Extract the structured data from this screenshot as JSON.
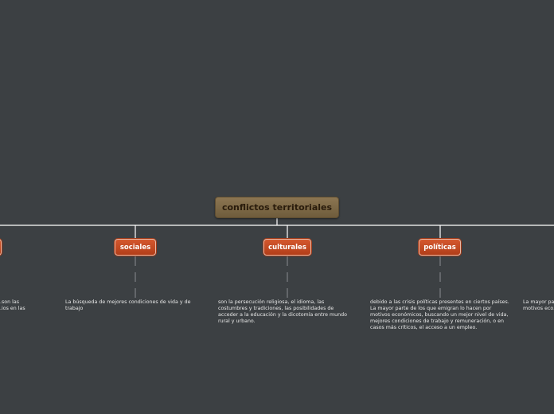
{
  "root": {
    "label": "conflictos territoriales"
  },
  "branches": [
    {
      "label": "",
      "description": "...son las\n...ios en las"
    },
    {
      "label": "sociales",
      "description": "La búsqueda de mejores condiciones de vida y de trabajo"
    },
    {
      "label": "culturales",
      "description": "son la persecución religiosa, el idioma, las costumbres y tradiciones, las posibilidades de acceder a la educación y la dicotomía entre mundo rural y urbano."
    },
    {
      "label": "políticas",
      "description": "debido a las crisis políticas presentes en ciertos países. La mayor parte de los que emigran lo hacen por motivos económicos, buscando un mejor nivel de vida, mejores condiciones de trabajo y remuneración, o en casos más críticos, el acceso a un empleo."
    },
    {
      "label": "",
      "description": "La mayor pa...\nmotivos eco..."
    }
  ],
  "colors": {
    "background": "#3c4043",
    "root_fill": "#7d6a47",
    "topic_fill": "#c44a22",
    "connector": "#ffffff"
  }
}
